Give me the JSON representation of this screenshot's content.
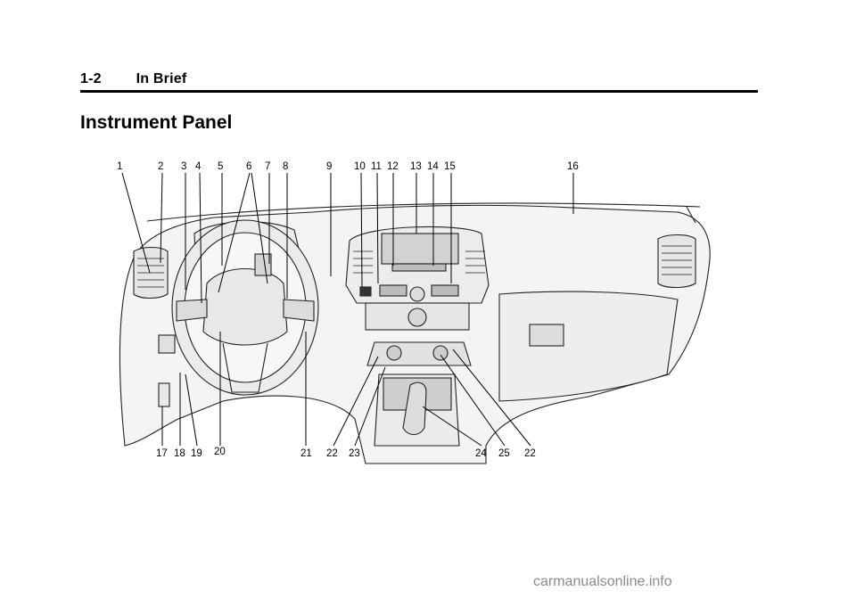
{
  "header": {
    "page": "1-2",
    "section": "In Brief"
  },
  "title": "Instrument Panel",
  "callouts": [
    "1",
    "2",
    "3",
    "4",
    "5",
    "6",
    "7",
    "8",
    "9",
    "10",
    "11",
    "12",
    "13",
    "14",
    "15",
    "16",
    "17",
    "18",
    "19",
    "20",
    "21",
    "22",
    "23",
    "24",
    "25",
    "22"
  ],
  "watermark": "carmanualsonline.info"
}
